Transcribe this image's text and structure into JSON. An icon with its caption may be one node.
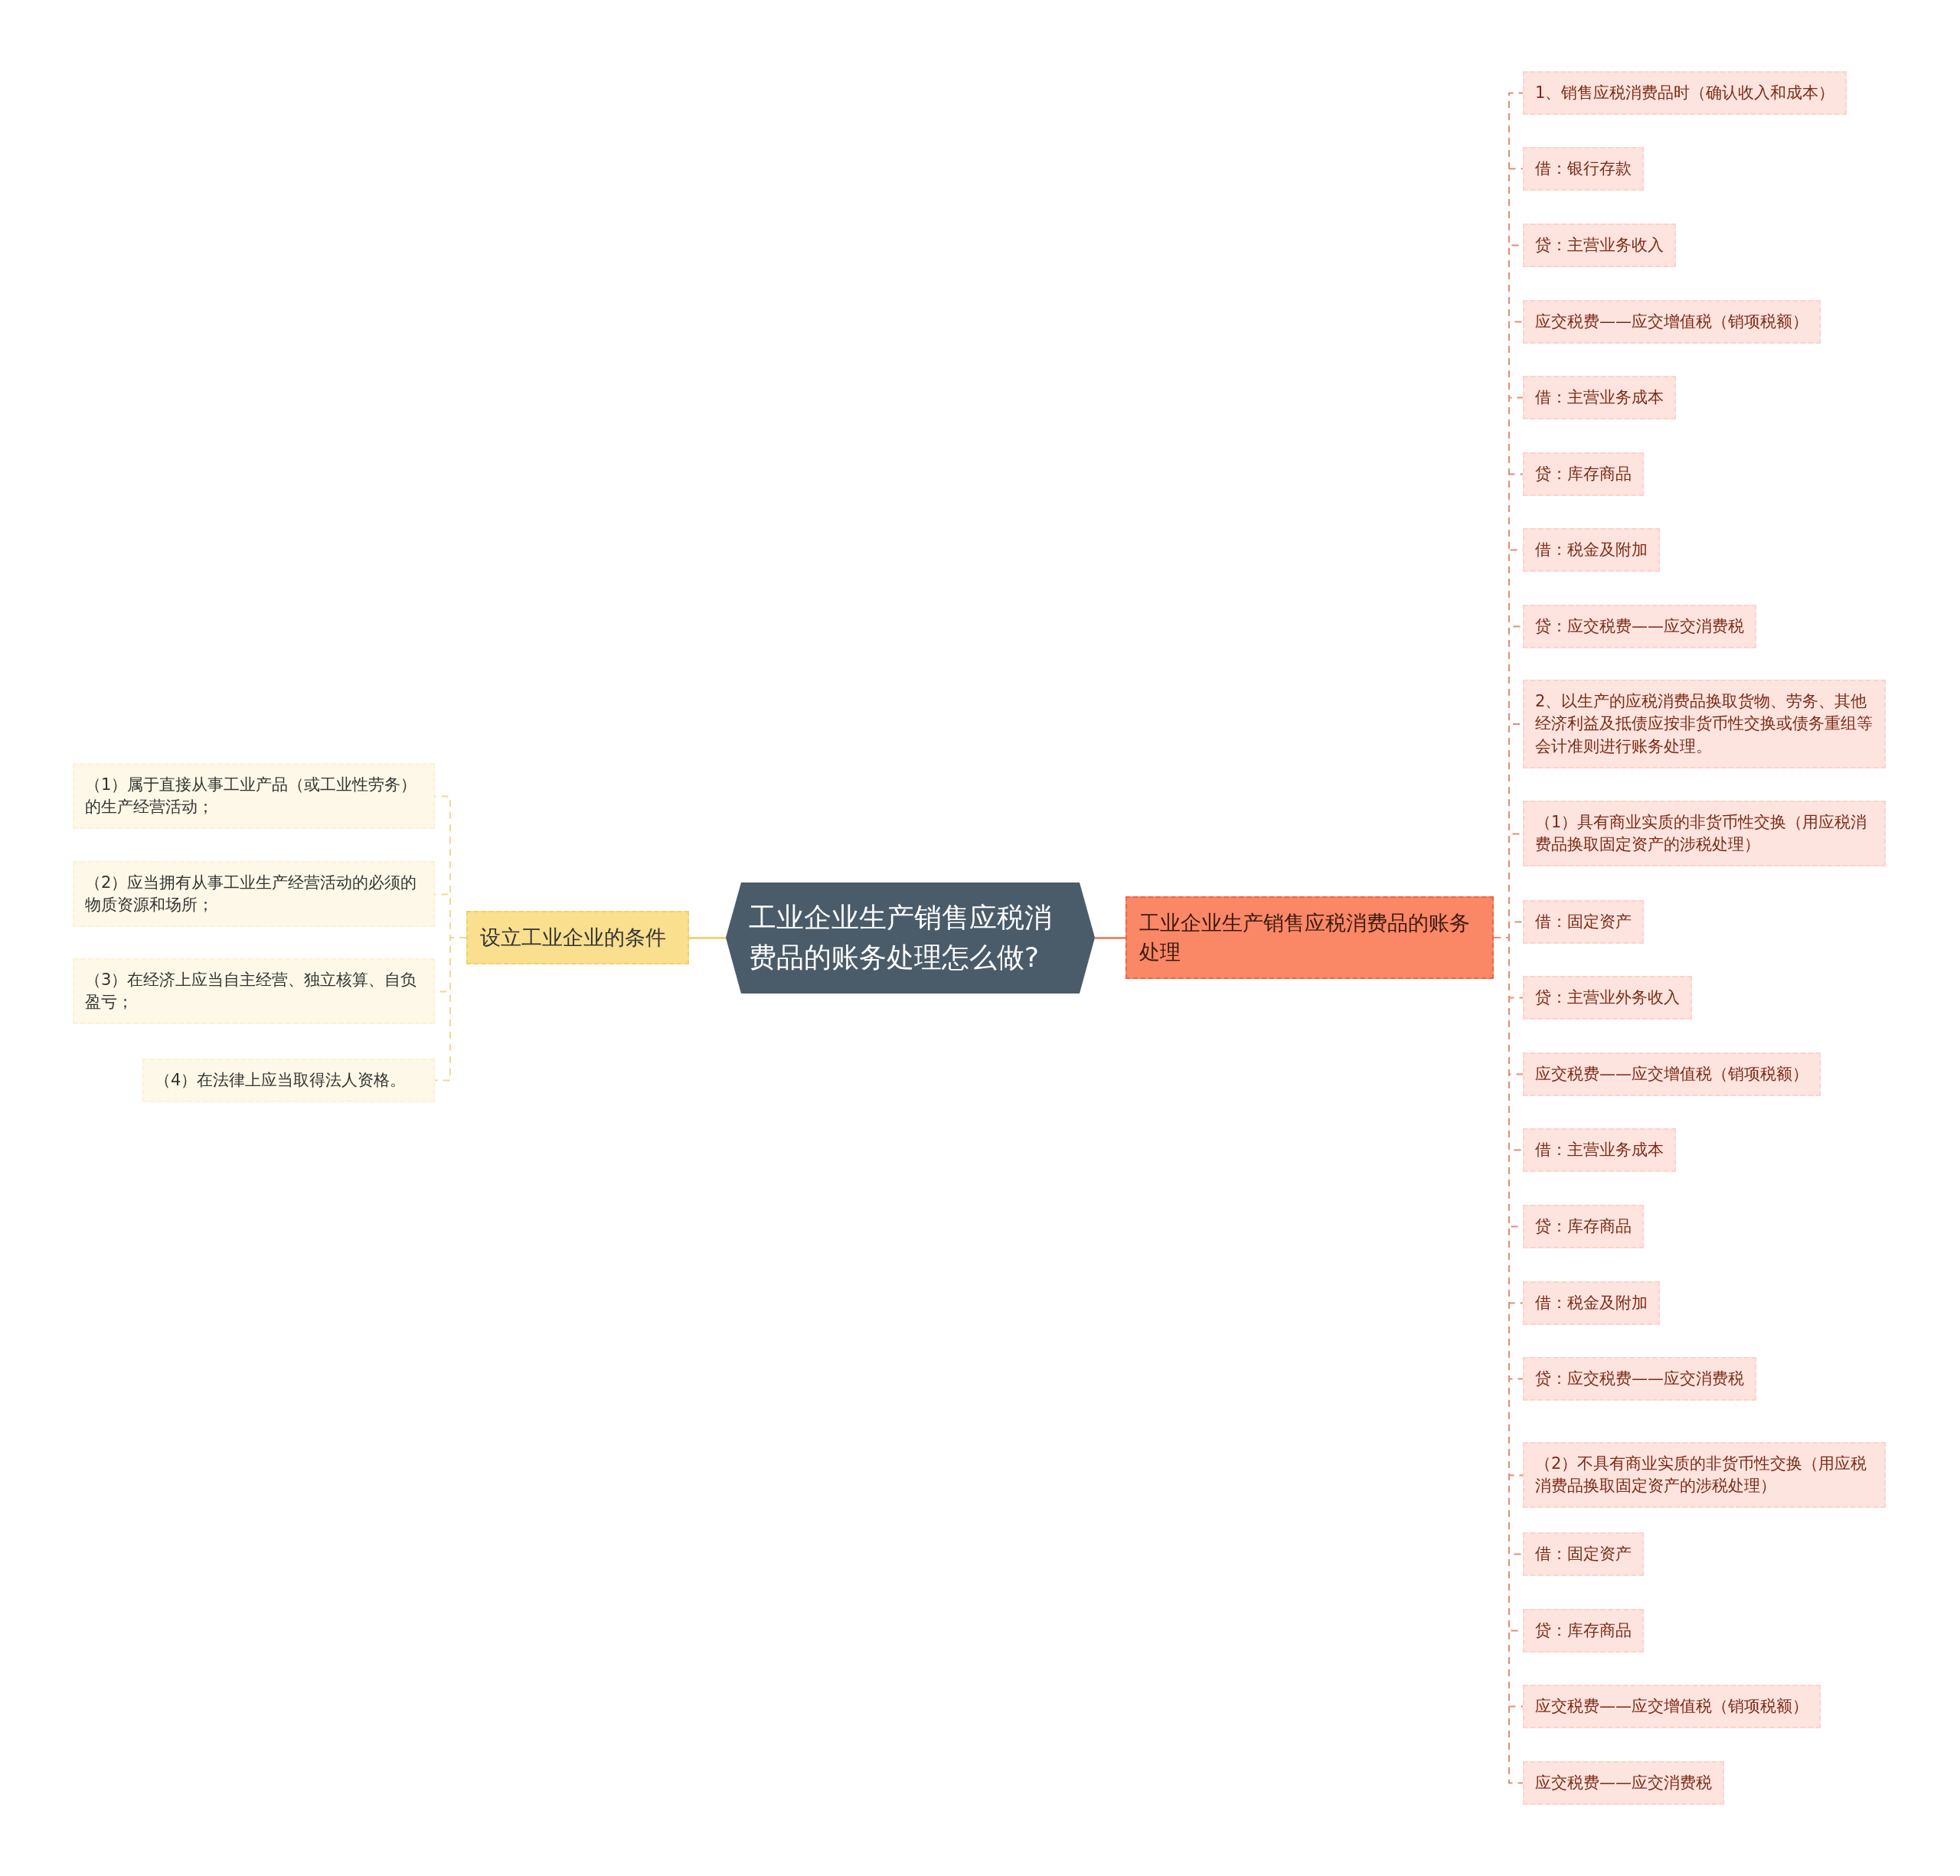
{
  "diagram": {
    "nodes": [
      {
        "text": [
          "工业企业生产销售应税消费品的账务处理怎么做?"
        ]
      },
      {
        "text": [
          "设立工业企业的条件"
        ]
      },
      {
        "text": [
          "（1）属于直接从事工业产品（或工业性劳务）的生产经营活动；"
        ]
      },
      {
        "text": [
          "（2）应当拥有从事工业生产经营活动的必须的物质资源和场所；"
        ]
      },
      {
        "text": [
          "（3）在经济上应当自主经营、独立核算、自负盈亏；"
        ]
      },
      {
        "text": [
          "（4）在法律上应当取得法人资格。"
        ]
      },
      {
        "text": [
          "工业企业生产销售应税消费品的账务处理"
        ]
      },
      {
        "text": [
          "1、销售应税消费品时（确认收入和成本）"
        ]
      },
      {
        "text": [
          "借：银行存款"
        ]
      },
      {
        "text": [
          "贷：主营业务收入"
        ]
      },
      {
        "text": [
          "应交税费——应交增值税（销项税额）"
        ]
      },
      {
        "text": [
          "借：主营业务成本"
        ]
      },
      {
        "text": [
          "贷：库存商品"
        ]
      },
      {
        "text": [
          "借：税金及附加"
        ]
      },
      {
        "text": [
          "贷：应交税费——应交消费税"
        ]
      },
      {
        "text": [
          "2、以生产的应税消费品换取货物、劳务、其他经济利益及抵债应按非货币性交换或债务重组等会计准则进行账务处理。"
        ]
      },
      {
        "text": [
          "（1）具有商业实质的非货币性交换（用应税消费品换取固定资产的涉税处理）"
        ]
      },
      {
        "text": [
          "借：固定资产"
        ]
      },
      {
        "text": [
          "贷：主营业外务收入"
        ]
      },
      {
        "text": [
          "应交税费——应交增值税（销项税额）"
        ]
      },
      {
        "text": [
          "借：主营业务成本"
        ]
      },
      {
        "text": [
          "贷：库存商品"
        ]
      },
      {
        "text": [
          "借：税金及附加"
        ]
      },
      {
        "text": [
          "贷：应交税费——应交消费税"
        ]
      },
      {
        "text": [
          "（2）不具有商业实质的非货币性交换（用应税消费品换取固定资产的涉税处理）"
        ]
      },
      {
        "text": [
          "借：固定资产"
        ]
      },
      {
        "text": [
          "贷：库存商品"
        ]
      },
      {
        "text": [
          "应交税费——应交增值税（销项税额）"
        ]
      },
      {
        "text": [
          "应交税费——应交消费税"
        ]
      }
    ],
    "edges": [
      {
        "from": 0,
        "to": 1,
        "arrow": "none",
        "color": "#f3d27a"
      },
      {
        "from": 1,
        "to": 2,
        "arrow": "none",
        "style": "dashed",
        "color": "#f0d98f"
      },
      {
        "from": 1,
        "to": 3,
        "arrow": "none",
        "style": "dashed",
        "color": "#f0d98f"
      },
      {
        "from": 1,
        "to": 4,
        "arrow": "none",
        "style": "dashed",
        "color": "#f0d98f"
      },
      {
        "from": 1,
        "to": 5,
        "arrow": "none",
        "style": "dashed",
        "color": "#f0d98f"
      },
      {
        "from": 0,
        "to": 6,
        "arrow": "none"
      },
      {
        "from": 6,
        "to": 7,
        "arrow": "none",
        "style": "dashed"
      },
      {
        "from": 6,
        "to": 8,
        "arrow": "none",
        "style": "dashed"
      },
      {
        "from": 6,
        "to": 9,
        "arrow": "none",
        "style": "dashed"
      },
      {
        "from": 6,
        "to": 10,
        "arrow": "none",
        "style": "dashed"
      },
      {
        "from": 6,
        "to": 11,
        "arrow": "none",
        "style": "dashed"
      },
      {
        "from": 6,
        "to": 12,
        "arrow": "none",
        "style": "dashed"
      },
      {
        "from": 6,
        "to": 13,
        "arrow": "none",
        "style": "dashed"
      },
      {
        "from": 6,
        "to": 14,
        "arrow": "none",
        "style": "dashed"
      },
      {
        "from": 6,
        "to": 15,
        "arrow": "none",
        "style": "dashed"
      },
      {
        "from": 6,
        "to": 16,
        "arrow": "none",
        "style": "dashed"
      },
      {
        "from": 6,
        "to": 17,
        "arrow": "none",
        "style": "dashed"
      },
      {
        "from": 6,
        "to": 18,
        "arrow": "none",
        "style": "dashed"
      },
      {
        "from": 6,
        "to": 19,
        "arrow": "none",
        "style": "dashed"
      },
      {
        "from": 6,
        "to": 20,
        "arrow": "none",
        "style": "dashed"
      },
      {
        "from": 6,
        "to": 21,
        "arrow": "none",
        "style": "dashed"
      },
      {
        "from": 6,
        "to": 22,
        "arrow": "none",
        "style": "dashed"
      },
      {
        "from": 6,
        "to": 23,
        "arrow": "none",
        "style": "dashed"
      },
      {
        "from": 6,
        "to": 24,
        "arrow": "none",
        "style": "dashed"
      },
      {
        "from": 6,
        "to": 25,
        "arrow": "none",
        "style": "dashed"
      },
      {
        "from": 6,
        "to": 26,
        "arrow": "none",
        "style": "dashed"
      },
      {
        "from": 6,
        "to": 27,
        "arrow": "none",
        "style": "dashed"
      },
      {
        "from": 6,
        "to": 28,
        "arrow": "none",
        "style": "dashed"
      }
    ]
  }
}
